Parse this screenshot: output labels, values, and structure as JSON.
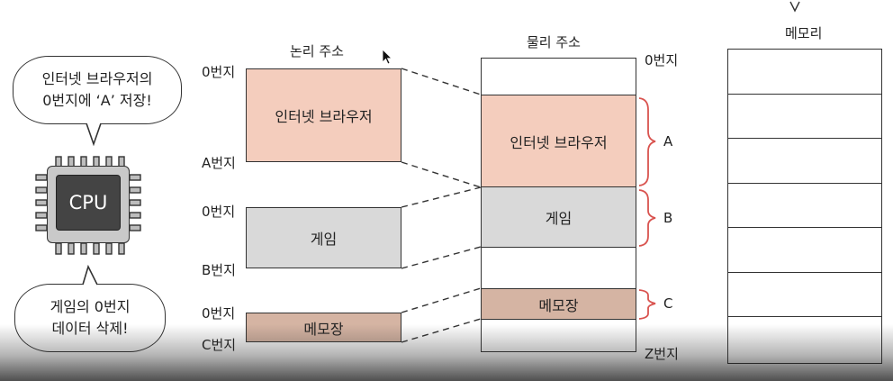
{
  "colors": {
    "browser": "#f4cdbd",
    "game": "#d9d9d9",
    "notepad": "#d5b4a3",
    "brace": "#d9534f"
  },
  "cpu_bubble": {
    "line1": "인터넷 브라우저의",
    "line2": "0번지에 ‘A’ 저장!"
  },
  "cpu_label": "CPU",
  "game_bubble": {
    "line1": "게임의 0번지",
    "line2": "데이터 삭제!"
  },
  "logical": {
    "title": "논리 주소",
    "addr_browser_start": "0번지",
    "addr_browser_end": "A번지",
    "addr_game_start": "0번지",
    "addr_game_end": "B번지",
    "addr_notepad_start": "0번지",
    "addr_notepad_end": "C번지",
    "browser": "인터넷 브라우저",
    "game": "게임",
    "notepad": "메모장"
  },
  "physical": {
    "title": "물리 주소",
    "addr_top": "0번지",
    "addr_bottom": "Z번지",
    "browser": "인터넷 브라우저",
    "game": "게임",
    "notepad": "메모장",
    "brace_a": "A",
    "brace_b": "B",
    "brace_c": "C"
  },
  "memory": {
    "title": "메모리"
  }
}
